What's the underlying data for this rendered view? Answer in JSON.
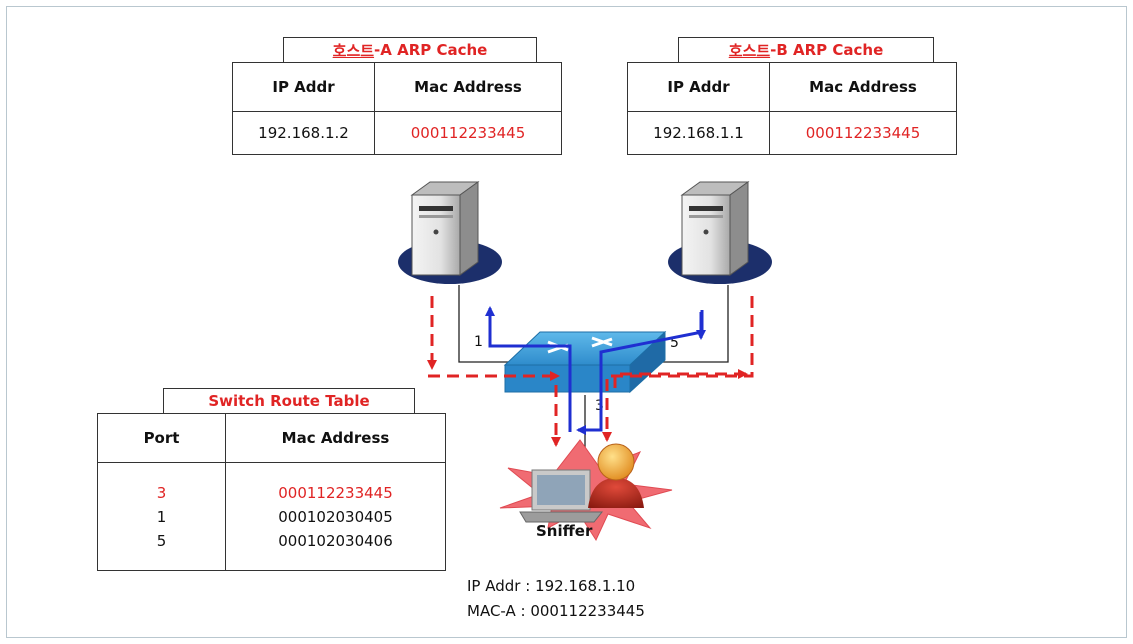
{
  "host_a_cache": {
    "title_prefix": "호스트",
    "title_suffix": "-A ARP Cache",
    "col_ip": "IP Addr",
    "col_mac": "Mac Address",
    "ip": "192.168.1.2",
    "mac": "000112233445"
  },
  "host_b_cache": {
    "title_prefix": "호스트",
    "title_suffix": "-B ARP Cache",
    "col_ip": "IP Addr",
    "col_mac": "Mac Address",
    "ip": "192.168.1.1",
    "mac": "000112233445"
  },
  "switch_table": {
    "title": "Switch Route Table",
    "col_port": "Port",
    "col_mac": "Mac Address",
    "rows": [
      {
        "port": "3",
        "mac": "000112233445",
        "highlight": true
      },
      {
        "port": "1",
        "mac": "000102030405",
        "highlight": false
      },
      {
        "port": "5",
        "mac": "000102030406",
        "highlight": false
      }
    ]
  },
  "switch_ports": {
    "left": "1",
    "right": "5",
    "bottom": "3"
  },
  "sniffer": {
    "label": "Sniffer",
    "ip_line": "IP Addr : 192.168.1.10",
    "mac_line": "MAC-A : 000112233445"
  },
  "colors": {
    "highlight": "#e02424",
    "arrow_red": "#e02424",
    "arrow_blue": "#1f2fd1",
    "switch": "#3a9ad6",
    "server_base": "#1c2f6b"
  }
}
